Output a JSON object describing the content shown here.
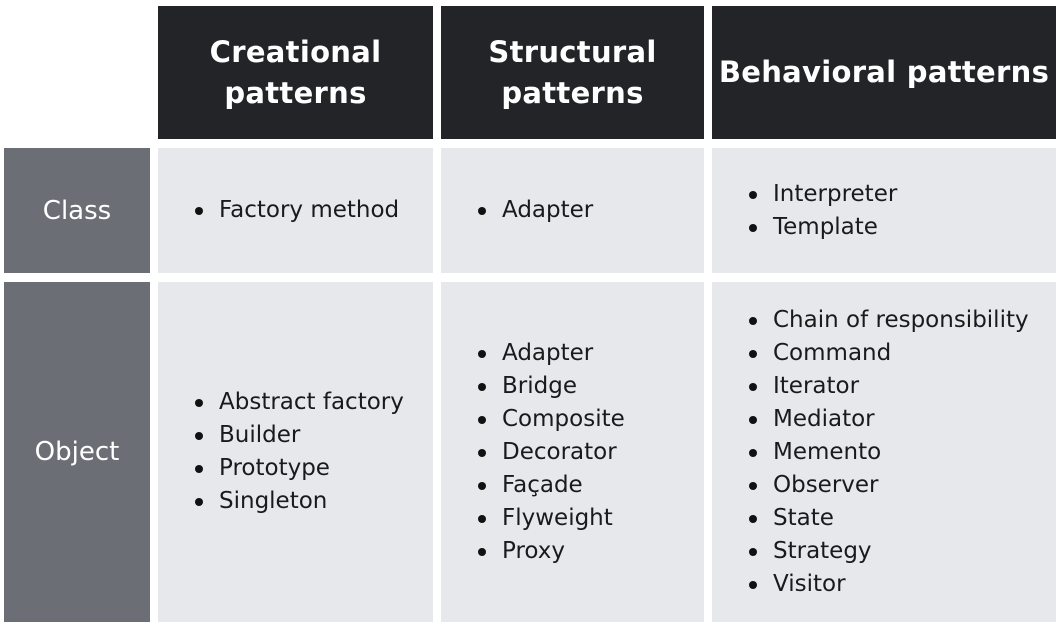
{
  "columns": [
    {
      "label": "Creational patterns"
    },
    {
      "label": "Structural patterns"
    },
    {
      "label": "Behavioral patterns"
    }
  ],
  "rows": [
    {
      "label": "Class",
      "cells": [
        [
          "Factory method"
        ],
        [
          "Adapter"
        ],
        [
          "Interpreter",
          "Template"
        ]
      ]
    },
    {
      "label": "Object",
      "cells": [
        [
          "Abstract factory",
          "Builder",
          "Prototype",
          "Singleton"
        ],
        [
          "Adapter",
          "Bridge",
          "Composite",
          "Decorator",
          "Façade",
          "Flyweight",
          "Proxy"
        ],
        [
          "Chain of responsibility",
          "Command",
          "Iterator",
          "Mediator",
          "Memento",
          "Observer",
          "State",
          "Strategy",
          "Visitor"
        ]
      ]
    }
  ]
}
